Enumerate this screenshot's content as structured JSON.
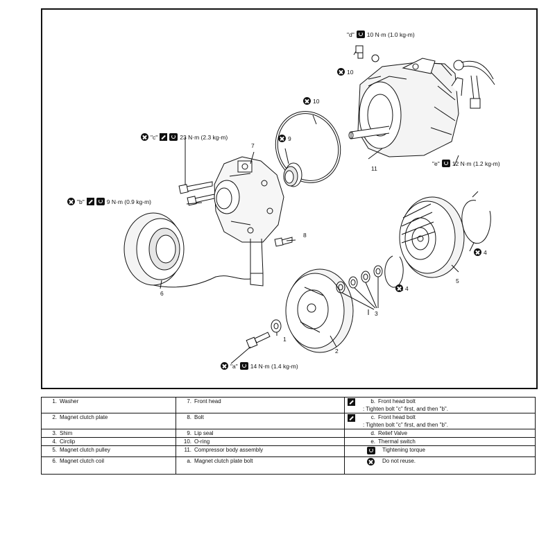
{
  "diagram": {
    "callouts": {
      "d_torque": {
        "letter": "\"d\"",
        "value": "10 N·m (1.0 kg-m)"
      },
      "e_torque": {
        "letter": "\"e\"",
        "value": "12 N·m (1.2 kg-m)"
      },
      "c_torque": {
        "letter": "\"c\"",
        "value": "23 N·m (2.3 kg-m)"
      },
      "b_torque": {
        "letter": "\"b\"",
        "value": "9 N·m (0.9 kg-m)"
      },
      "a_torque": {
        "letter": "\"a\"",
        "value": "14 N·m (1.4 kg-m)"
      }
    },
    "part_numbers": {
      "p10a": "10",
      "p10b": "10",
      "p9": "9",
      "p7": "7",
      "p11": "11",
      "p8": "8",
      "p6": "6",
      "p1": "1",
      "p2": "2",
      "p3": "3",
      "p4a": "4",
      "p4b": "4",
      "p5": "5"
    }
  },
  "legend": {
    "rows": [
      {
        "c1": {
          "num": "1.",
          "text": "Washer"
        },
        "c2": {
          "num": "7.",
          "text": "Front head"
        },
        "c3": {
          "icon": "grease-icon",
          "num": "b.",
          "text": "Front head bolt",
          "note": ": Tighten bolt \"c\" first, and then \"b\"."
        }
      },
      {
        "c1": {
          "num": "2.",
          "text": "Magnet clutch plate"
        },
        "c2": {
          "num": "8.",
          "text": "Bolt"
        },
        "c3": {
          "icon": "grease-icon",
          "num": "c.",
          "text": "Front head bolt",
          "note": ": Tighten bolt \"c\" first, and then \"b\"."
        }
      },
      {
        "c1": {
          "num": "3.",
          "text": "Shim"
        },
        "c2": {
          "num": "9.",
          "text": "Lip seal"
        },
        "c3": {
          "icon": "",
          "num": "d.",
          "text": "Relief Valve",
          "note": ""
        }
      },
      {
        "c1": {
          "num": "4.",
          "text": "Circlip"
        },
        "c2": {
          "num": "10.",
          "text": "O-ring"
        },
        "c3": {
          "icon": "",
          "num": "e.",
          "text": "Thermal switch",
          "note": ""
        }
      },
      {
        "c1": {
          "num": "5.",
          "text": "Magnet clutch pulley"
        },
        "c2": {
          "num": "11.",
          "text": "Compressor body assembly"
        },
        "c3": {
          "icon": "torque-icon",
          "num": "",
          "text": "Tightening torque",
          "note": ""
        }
      },
      {
        "c1": {
          "num": "6.",
          "text": "Magnet clutch coil"
        },
        "c2": {
          "num": "a.",
          "text": "Magnet clutch plate bolt"
        },
        "c3": {
          "icon": "do-not-reuse-icon",
          "num": "",
          "text": "Do not reuse.",
          "note": ""
        }
      }
    ]
  }
}
